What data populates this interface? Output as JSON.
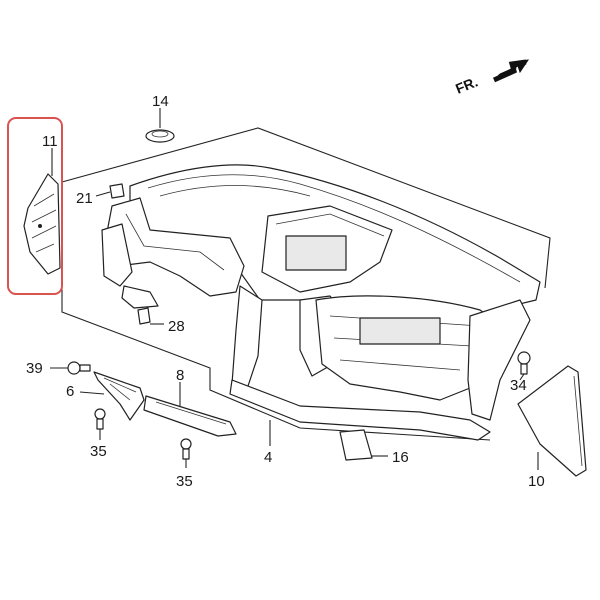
{
  "direction": {
    "label": "FR.",
    "icon": "forward-arrow-icon"
  },
  "highlight": {
    "part": "11",
    "color": "#d9534f"
  },
  "colors": {
    "line": "#222222",
    "highlight_border": "#d9534f"
  },
  "callouts": {
    "p4": "4",
    "p6": "6",
    "p8": "8",
    "p10": "10",
    "p11": "11",
    "p14": "14",
    "p16": "16",
    "p21": "21",
    "p28": "28",
    "p34": "34",
    "p35a": "35",
    "p35b": "35",
    "p39": "39"
  }
}
